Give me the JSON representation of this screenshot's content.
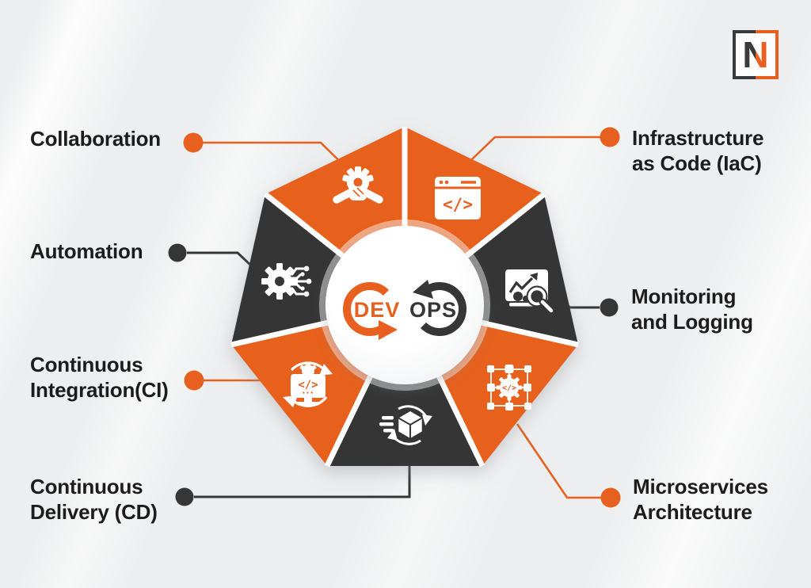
{
  "brand": {
    "letter": "N"
  },
  "center_logo": {
    "dev": "DEV",
    "ops": "OPS"
  },
  "icon_glyphs": {
    "code": "</>",
    "dots": "···"
  },
  "segments": [
    {
      "label_line1": "Collaboration",
      "label_line2": "",
      "color": "orange",
      "icon": "handshake-gear-icon"
    },
    {
      "label_line1": "Infrastructure",
      "label_line2": "as Code (IaC)",
      "color": "orange",
      "icon": "browser-code-icon"
    },
    {
      "label_line1": "Automation",
      "label_line2": "",
      "color": "dark",
      "icon": "gear-circuit-icon"
    },
    {
      "label_line1": "Monitoring",
      "label_line2": "and Logging",
      "color": "dark",
      "icon": "monitor-chart-magnifier-icon"
    },
    {
      "label_line1": "Continuous",
      "label_line2": "Integration(CI)",
      "color": "orange",
      "icon": "monitor-code-sync-icon"
    },
    {
      "label_line1": "Continuous",
      "label_line2": "Delivery (CD)",
      "color": "dark",
      "icon": "package-delivery-sync-icon"
    },
    {
      "label_line1": "Microservices",
      "label_line2": "Architecture",
      "color": "orange",
      "icon": "microservices-network-icon"
    }
  ],
  "colors": {
    "orange": "#E7601F",
    "dark": "#363636",
    "background": "#EDEEEF",
    "text": "#1C1C1C"
  }
}
